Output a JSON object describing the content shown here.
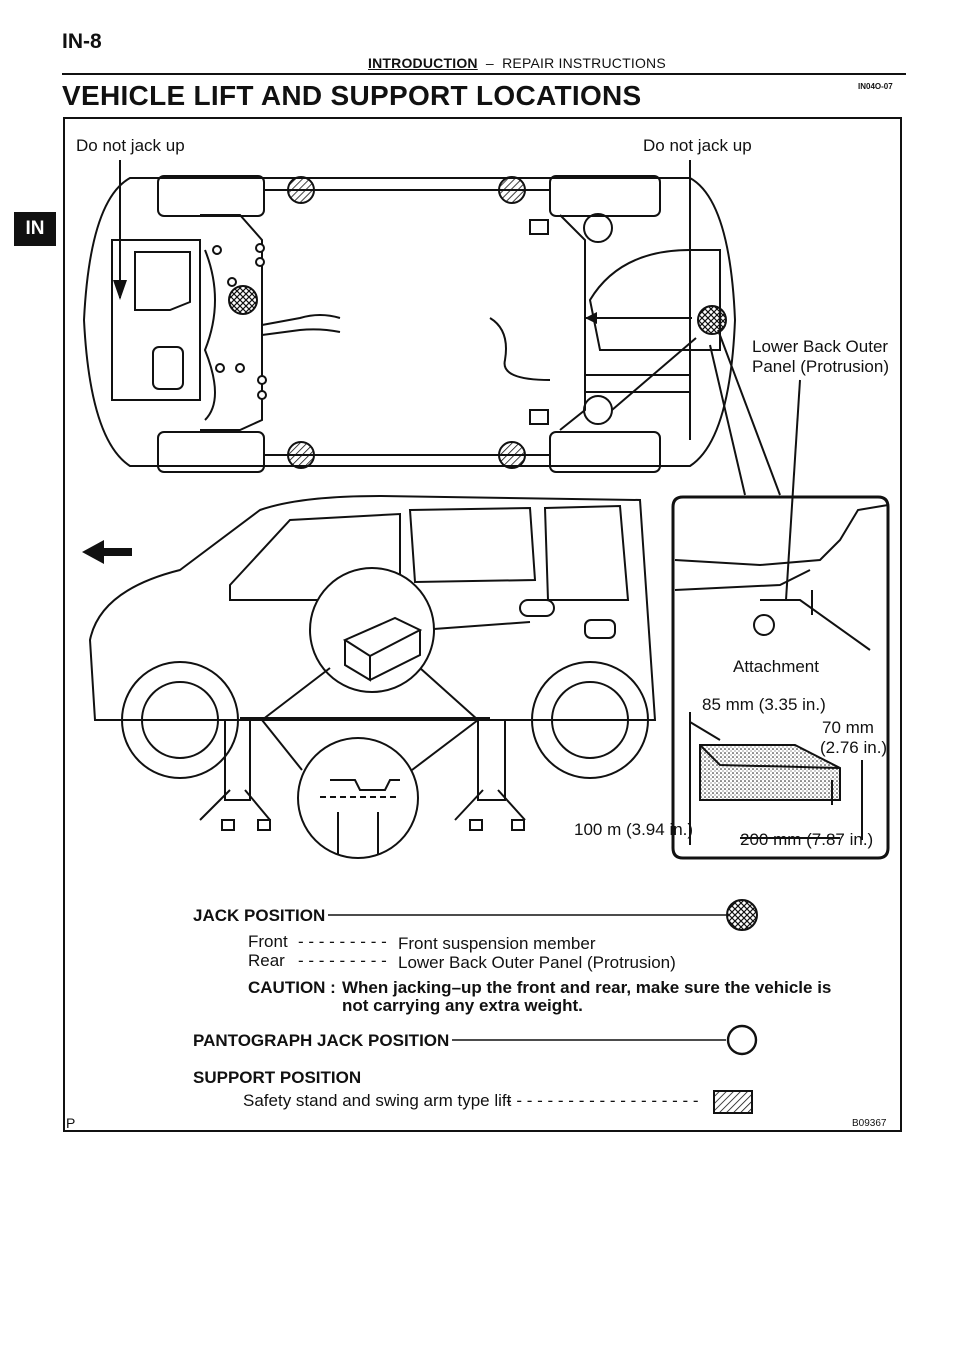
{
  "page": {
    "number": "IN-8",
    "section": "INTRODUCTION",
    "separator": "–",
    "subsection": "REPAIR INSTRUCTIONS",
    "doc_id": "IN04O-07",
    "title": "VEHICLE LIFT AND SUPPORT LOCATIONS",
    "side_tab": "IN"
  },
  "figure": {
    "label_do_not_jack_left": "Do not jack up",
    "label_do_not_jack_right": "Do not jack up",
    "label_lower_back": "Lower Back Outer",
    "label_lower_back_2": "Panel (Protrusion)",
    "label_attachment": "Attachment",
    "dim_85": "85 mm (3.35 in.)",
    "dim_70": "70 mm",
    "dim_70_in": "(2.76 in.)",
    "dim_100": "100 m (3.94 in.)",
    "dim_200": "200 mm (7.87 in.)",
    "corner_letter": "P",
    "figure_id": "B09367"
  },
  "legend": {
    "jack_position": "JACK POSITION",
    "front_label": "Front",
    "front_dashes": "- - - - - - - - -",
    "front_desc": "Front suspension member",
    "rear_label": "Rear",
    "rear_dashes": "- - - - - - - - -",
    "rear_desc": "Lower Back Outer Panel (Protrusion)",
    "caution_label": "CAUTION :",
    "caution_text_1": "When jacking–up the front and rear, make sure the vehicle is",
    "caution_text_2": "not carrying any extra weight.",
    "pantograph": "PANTOGRAPH JACK POSITION",
    "support_position": "SUPPORT POSITION",
    "support_desc": "Safety stand and swing arm type lift",
    "support_dashes": "- - - - - - - - - - - - - - - - - - -"
  },
  "colors": {
    "ink": "#111111",
    "paper": "#ffffff"
  }
}
